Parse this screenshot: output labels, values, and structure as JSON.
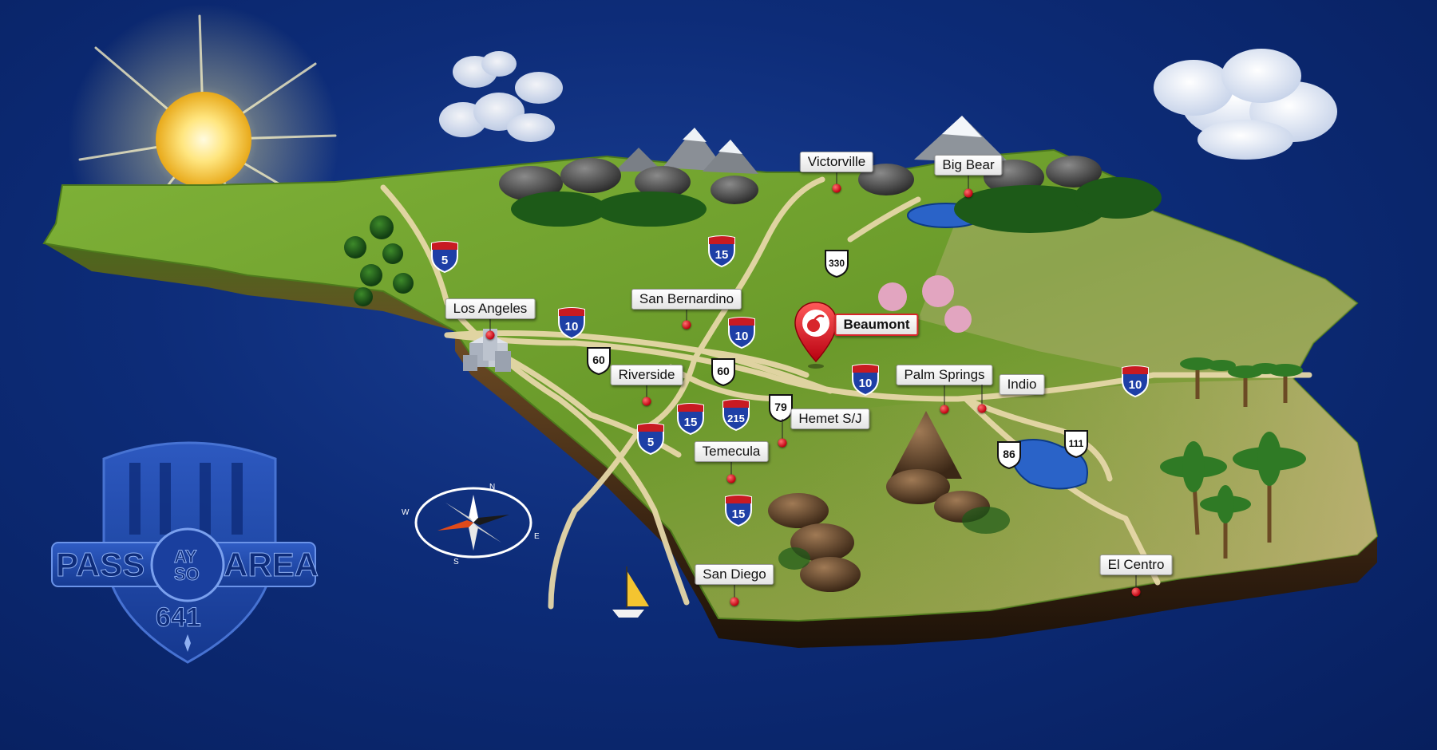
{
  "cities": [
    {
      "id": "victorville",
      "name": "Victorville",
      "highlight": false
    },
    {
      "id": "big-bear",
      "name": "Big Bear",
      "highlight": false
    },
    {
      "id": "los-angeles",
      "name": "Los Angeles",
      "highlight": false
    },
    {
      "id": "san-bernardino",
      "name": "San Bernardino",
      "highlight": false
    },
    {
      "id": "beaumont",
      "name": "Beaumont",
      "highlight": true
    },
    {
      "id": "riverside",
      "name": "Riverside",
      "highlight": false
    },
    {
      "id": "palm-springs",
      "name": "Palm Springs",
      "highlight": false
    },
    {
      "id": "indio",
      "name": "Indio",
      "highlight": false
    },
    {
      "id": "hemet",
      "name": "Hemet S/J",
      "highlight": false
    },
    {
      "id": "temecula",
      "name": "Temecula",
      "highlight": false
    },
    {
      "id": "san-diego",
      "name": "San Diego",
      "highlight": false
    },
    {
      "id": "el-centro",
      "name": "El Centro",
      "highlight": false
    }
  ],
  "interstates": [
    "5",
    "15",
    "10",
    "10",
    "10",
    "15",
    "215",
    "5",
    "15",
    "10"
  ],
  "state_routes": [
    "330",
    "60",
    "60",
    "79",
    "86",
    "111"
  ],
  "logo": {
    "left": "PASS",
    "right": "AREA",
    "number": "641",
    "center_top": "AY",
    "center_bottom": "SO"
  },
  "compass": {
    "n": "N",
    "e": "E",
    "s": "S",
    "w": "W"
  },
  "colors": {
    "ocean": "#0d2c78",
    "land": "#6a9a2c",
    "road": "#e6d7a8",
    "interstate_blue": "#1e3fa6",
    "interstate_red": "#c81a22",
    "pin": "#d8262b"
  }
}
